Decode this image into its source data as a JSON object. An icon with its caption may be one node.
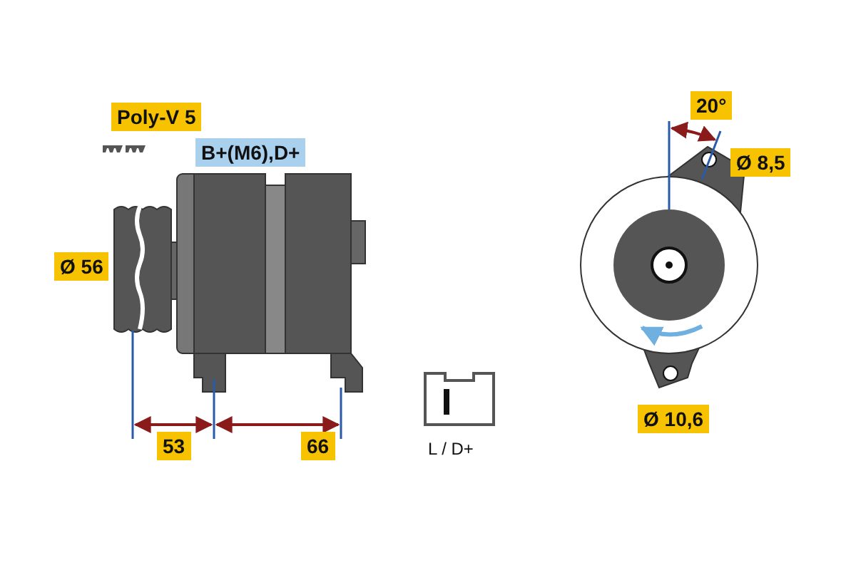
{
  "diagram": {
    "labels": [
      "Poly-V 5",
      "B+(M6),D+",
      "Ø 56",
      "53",
      "66",
      "20°",
      "Ø 8,5",
      "Ø 10,6",
      "L / D+"
    ]
  }
}
